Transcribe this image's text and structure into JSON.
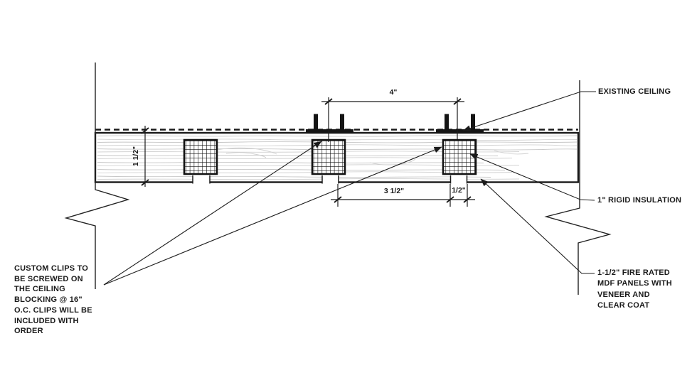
{
  "drawing": {
    "title_hint": "ceiling panel mounting detail",
    "dimensions": {
      "clip_spacing_top": "4\"",
      "panel_thickness_left": "1 1/2\"",
      "panel_face_bottom": "3 1/2\"",
      "reveal_bottom": "1/2\""
    },
    "labels": {
      "existing_ceiling": "EXISTING CEILING",
      "rigid_insulation": "1\" RIGID INSULATION",
      "mdf_lines": [
        "1-1/2\" FIRE RATED",
        "MDF PANELS WITH",
        "VENEER AND",
        "CLEAR COAT"
      ],
      "custom_clips_lines": [
        "CUSTOM CLIPS TO",
        "BE SCREWED ON",
        "THE CEILING",
        "BLOCKING @ 16\"",
        "O.C. CLIPS WILL BE",
        "INCLUDED WITH",
        "ORDER"
      ]
    },
    "colors": {
      "line": "#1a1a1a",
      "grain": "#c7c7c7",
      "background": "#ffffff"
    }
  }
}
